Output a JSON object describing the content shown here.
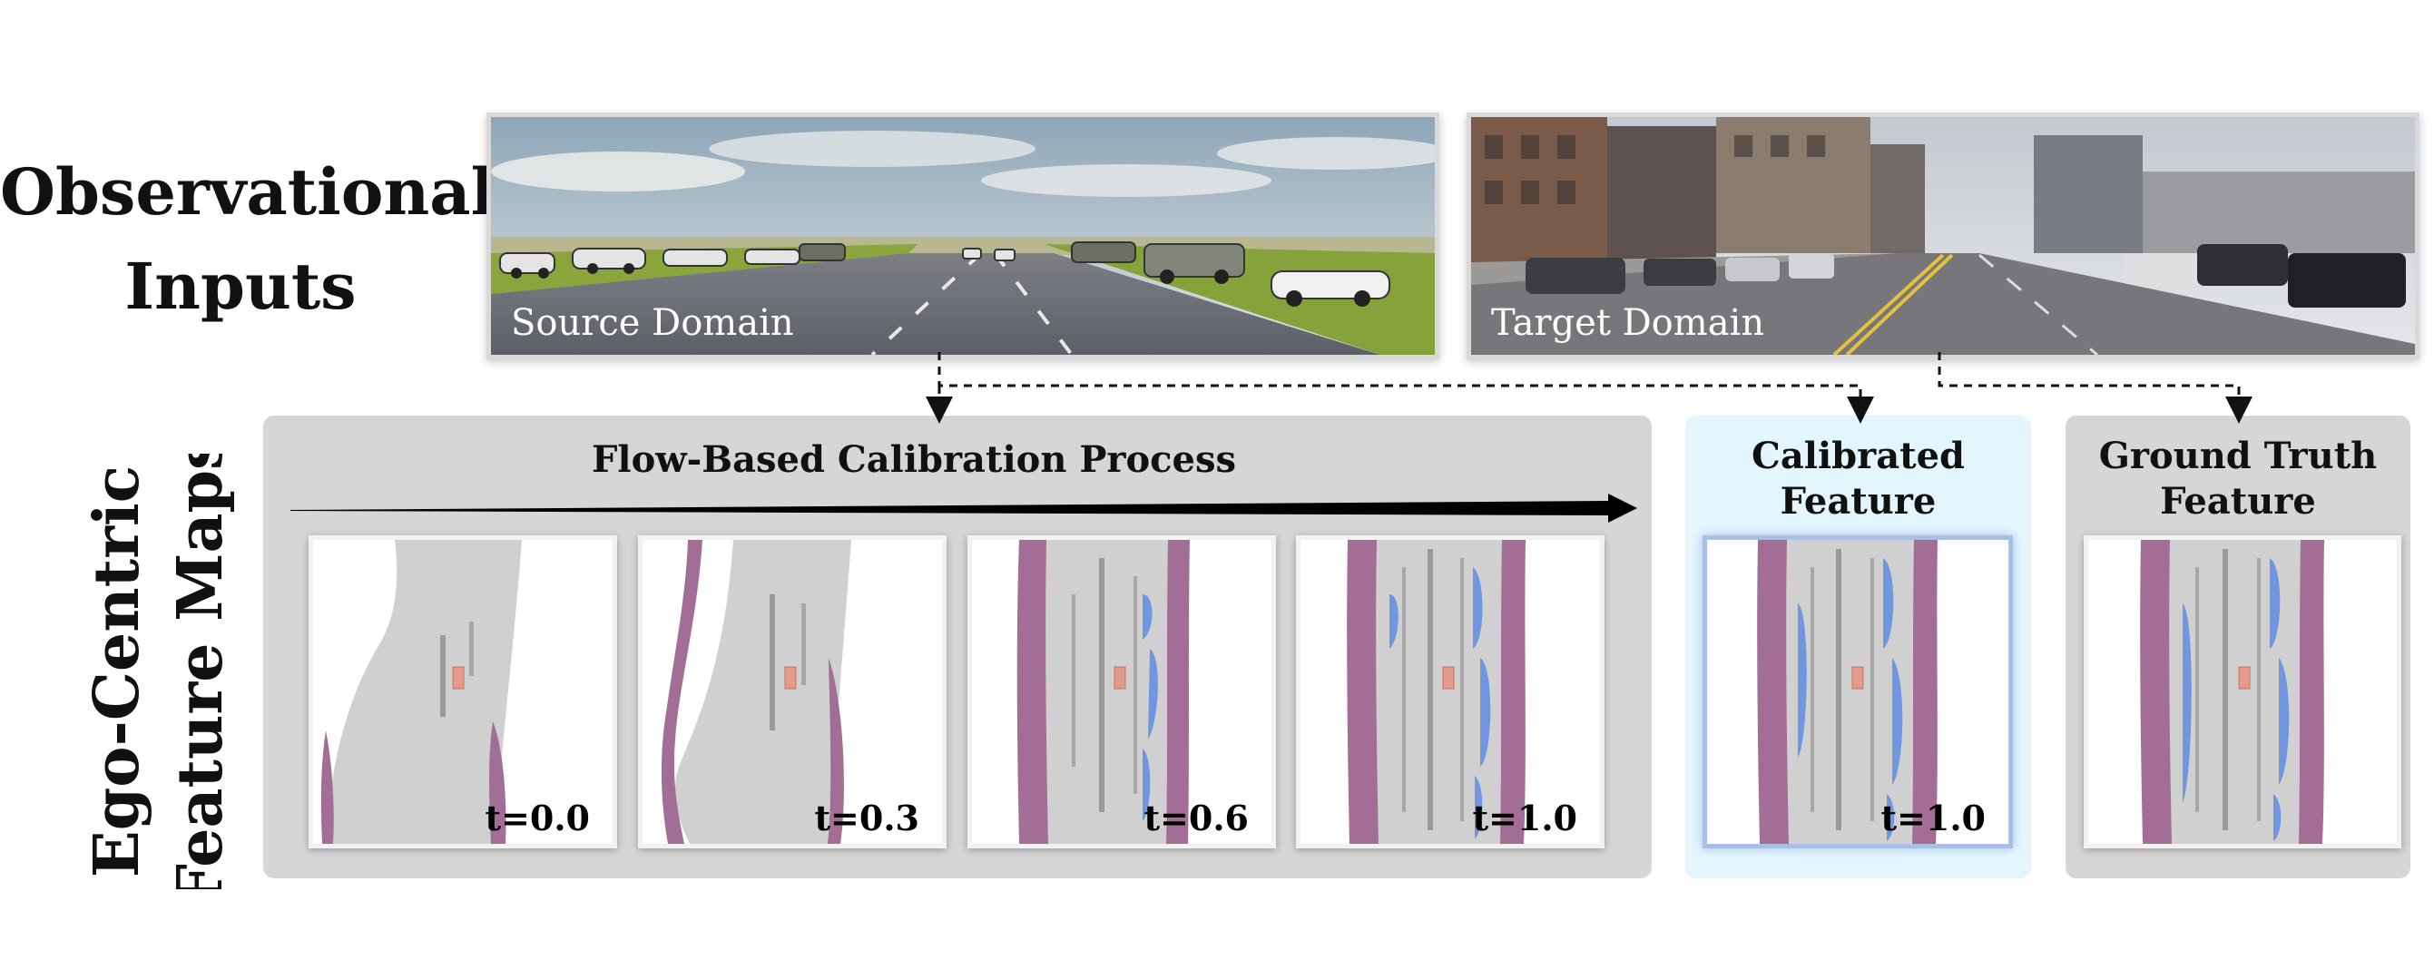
{
  "titles": {
    "observational_inputs": [
      "Observational",
      "Inputs"
    ],
    "ego_centric": [
      "Ego-Centric",
      "Feature Maps"
    ]
  },
  "inputs": {
    "source_label": "Source Domain",
    "target_label": "Target Domain"
  },
  "process": {
    "title": "Flow-Based Calibration Process",
    "steps": [
      {
        "label": "t=0.0",
        "t": 0.0
      },
      {
        "label": "t=0.3",
        "t": 0.3
      },
      {
        "label": "t=0.6",
        "t": 0.6
      },
      {
        "label": "t=1.0",
        "t": 1.0
      }
    ]
  },
  "calibrated": {
    "title": [
      "Calibrated",
      "Feature"
    ],
    "label": "t=1.0"
  },
  "ground_truth": {
    "title": [
      "Ground Truth",
      "Feature"
    ]
  },
  "colors": {
    "panel_gray": "#d6d6d6",
    "panel_blue": "#e4f6fd",
    "road": "#d0d0d0",
    "lane_dark": "#9a9a9a",
    "sidewalk": "#a26e95",
    "vehicle": "#6f96de",
    "ego": "#e39a8a"
  }
}
